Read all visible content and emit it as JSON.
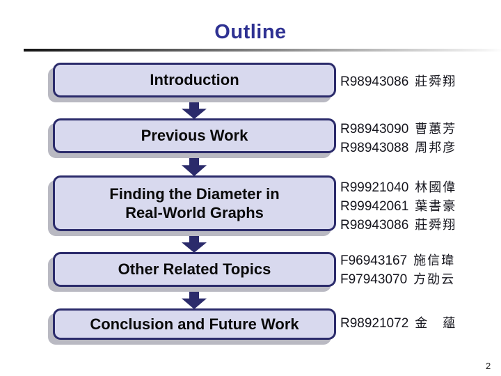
{
  "slide": {
    "title": "Outline",
    "page_number": "2"
  },
  "colors": {
    "accent": "#2e3192",
    "box_fill": "#d8d9ee",
    "box_border": "#2b2b6b",
    "arrow": "#2b2b6b"
  },
  "rows": [
    {
      "box": "Introduction",
      "members": [
        {
          "id": "R98943086",
          "name": "莊舜翔"
        }
      ]
    },
    {
      "box": "Previous Work",
      "members": [
        {
          "id": "R98943090",
          "name": "曹蕙芳"
        },
        {
          "id": "R98943088",
          "name": "周邦彦"
        }
      ]
    },
    {
      "box": "Finding the Diameter in\nReal-World Graphs",
      "members": [
        {
          "id": "R99921040",
          "name": "林國偉"
        },
        {
          "id": "R99942061",
          "name": "葉書豪"
        },
        {
          "id": "R98943086",
          "name": "莊舜翔"
        }
      ]
    },
    {
      "box": "Other Related Topics",
      "members": [
        {
          "id": "F96943167",
          "name": "施信瑋"
        },
        {
          "id": "F97943070",
          "name": "方劭云"
        }
      ]
    },
    {
      "box": "Conclusion and Future Work",
      "members": [
        {
          "id": "R98921072",
          "name": "金　蘊"
        }
      ]
    }
  ]
}
